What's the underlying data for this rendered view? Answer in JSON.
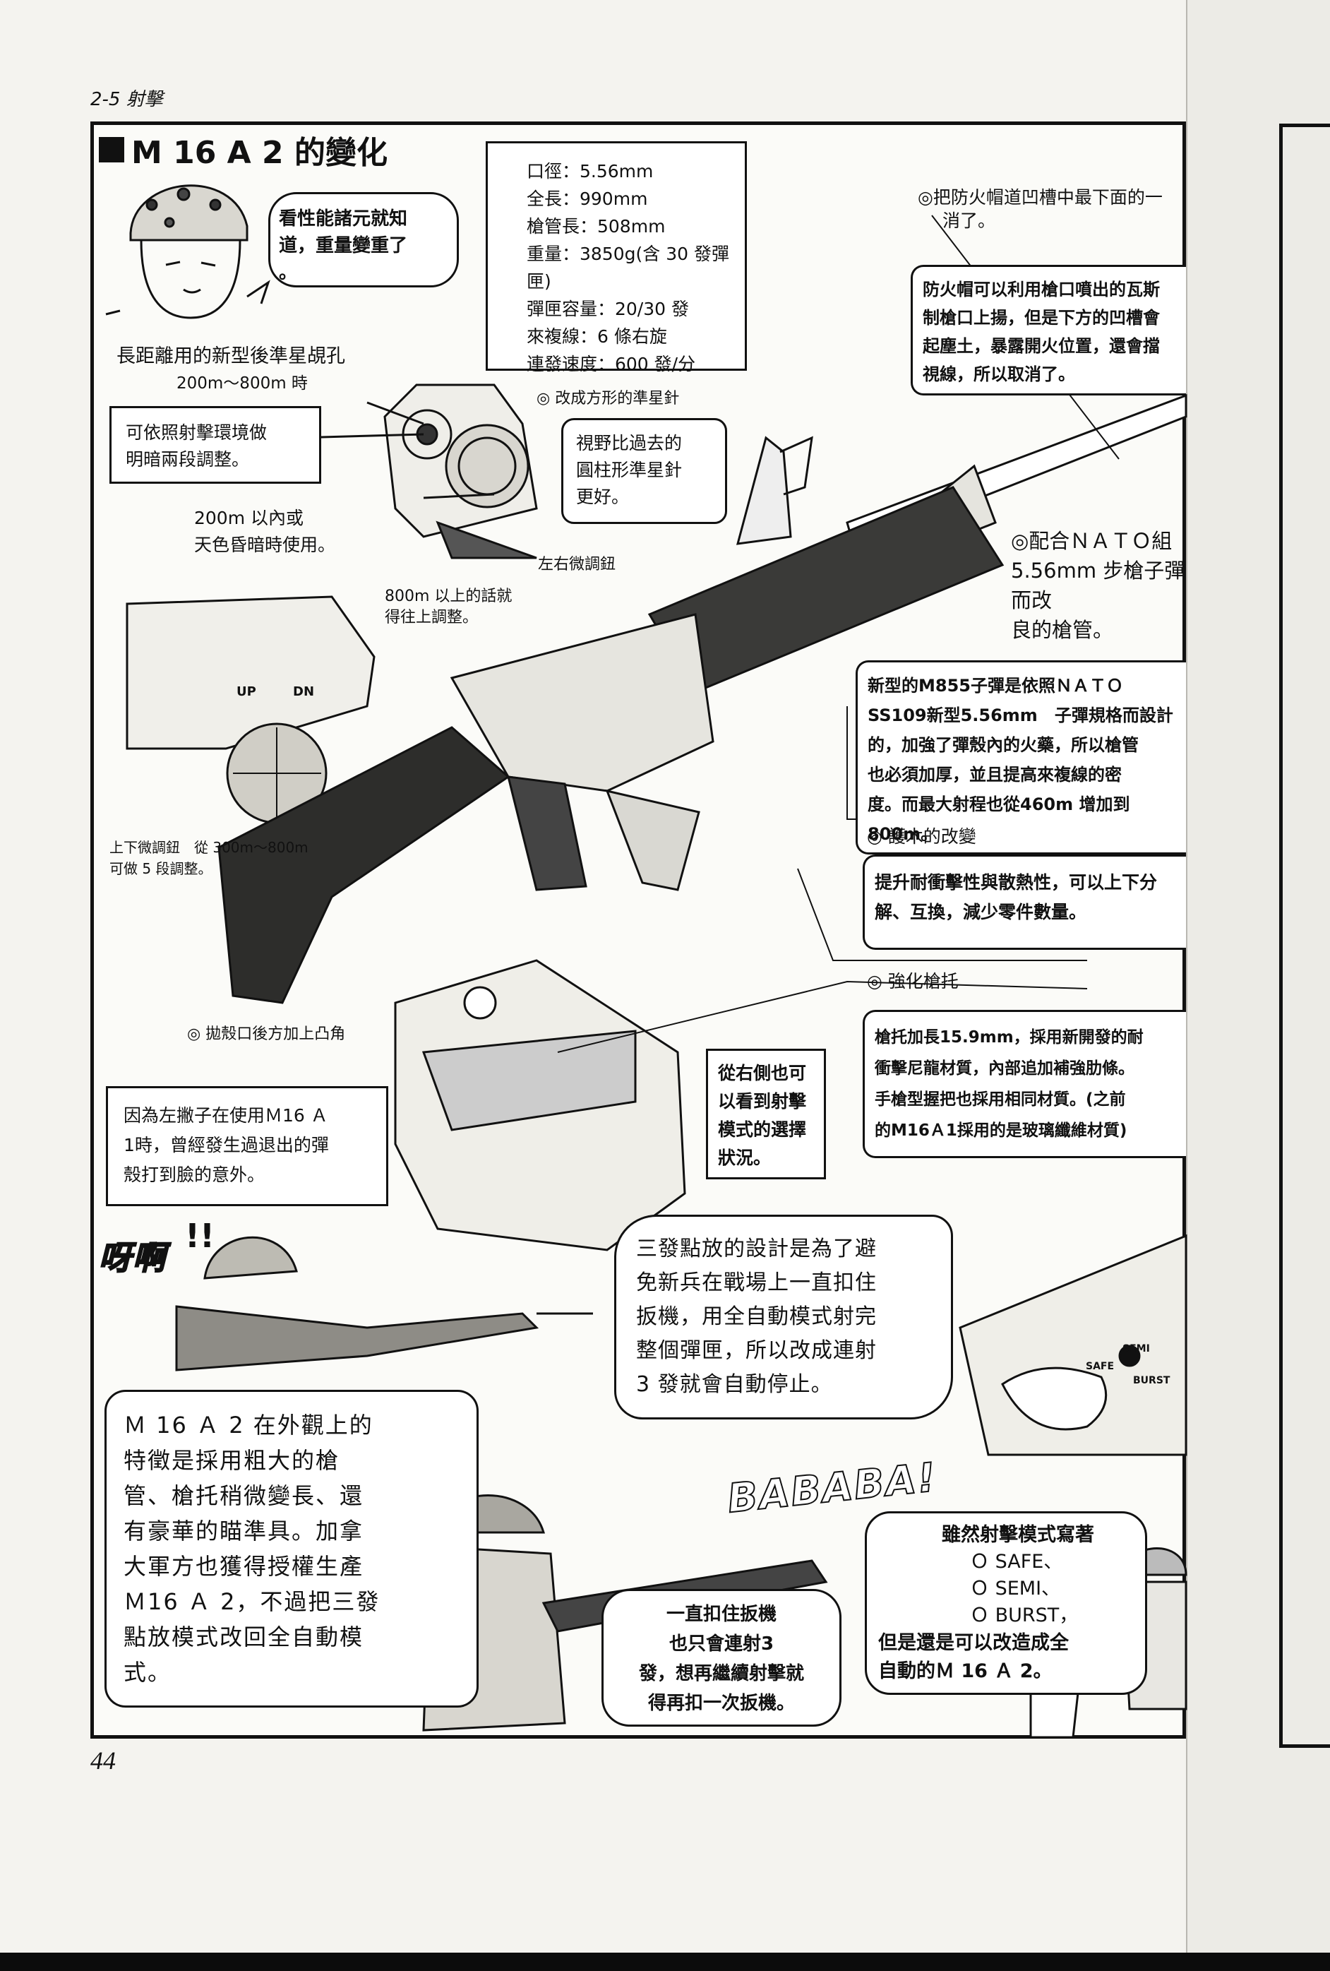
{
  "running_head": "2-5 射擊",
  "page_number": "44",
  "title": "M 16 A 2 的變化",
  "specs": [
    "口徑：5.56mm",
    "全長：990mm",
    "槍管長：508mm",
    "重量：3850g(含 30 發彈匣)",
    "彈匣容量：20/30 發",
    "來複線：6 條右旋",
    "連發速度：600 發/分"
  ],
  "speech_top": "看性能諸元就知\n道，重量變重了\n。",
  "rear_sight": {
    "heading": "長距離用的新型後準星覘孔",
    "range": "200m～800m 時",
    "adjust_box": "可依照射擊環境做\n明暗兩段調整。",
    "short_range": "200m 以內或\n天色昏暗時使用。",
    "over_800": "800m 以上的話就\n得往上調整。",
    "lr_knob": "左右微調鈕",
    "ud_knob": "上下微調鈕　從 300m～800m\n可做 5 段調整。"
  },
  "front_sight": {
    "heading": "◎ 改成方形的準星針",
    "box": "視野比過去的\n圓柱形準星針\n更好。"
  },
  "flash_hider": {
    "heading": "◎把防火帽道凹槽中最下面的一",
    "heading2": "消了。",
    "box": "防火帽可以利用槍口噴出的瓦斯\n制槍口上揚，但是下方的凹槽會\n起塵土，暴露開火位置，還會擋\n視線，所以取消了。"
  },
  "nato_barrel": {
    "text": "◎配合ＮＡＴＯ組\n5.56mm 步槍子彈而改\n良的槍管。"
  },
  "m855_box": "新型的M855子彈是依照ＮＡＴＯ\nSS109新型5.56mm　子彈規格而設計\n的，加強了彈殼內的火藥，所以槍管\n也必須加厚，並且提高來複線的密\n度。而最大射程也從460m 增加到\n800m。",
  "handguard": {
    "heading": "◎ 護木的改變",
    "box": "提升耐衝擊性與散熱性，可以上下分\n解、互換，減少零件數量。"
  },
  "stock": {
    "heading": "◎ 強化槍托",
    "box": "槍托加長15.9mm，採用新開發的耐\n衝擊尼龍材質，內部追加補強肋條。\n手槍型握把也採用相同材質。(之前\n的M16Ａ1採用的是玻璃纖維材質)"
  },
  "deflector": {
    "heading": "◎ 拋殼口後方加上凸角",
    "box": "因為左撇子在使用Ｍ16 Ａ\n1時，曾經發生過退出的彈\n殼打到臉的意外。"
  },
  "right_side_box": "從右側也可\n以看到射擊\n模式的選擇\n狀況。",
  "sfx_ouch": "呀啊",
  "burst_bubble": "三發點放的設計是為了避\n免新兵在戰場上一直扣住\n扳機，用全自動模式射完\n整個彈匣，所以改成連射\n3 發就會自動停止。",
  "summary_bubble": "Ｍ 16 Ａ 2 在外觀上的\n特徵是採用粗大的槍\n管、槍托稍微變長、還\n有豪華的瞄準具。加拿\n大軍方也獲得授權生產\nＭ16 Ａ 2，不過把三發\n點放模式改回全自動模\n式。",
  "sfx_bababa": "BABABA!",
  "trigger_bubble": "一直扣住扳機\n也只會連射3\n發，想再繼續射擊就\n得再扣一次扳機。",
  "modes_bubble": {
    "line1": "雖然射擊模式寫著",
    "modes": [
      "Ｏ SAFE、",
      "Ｏ SEMI、",
      "Ｏ BURST，"
    ],
    "line2": "但是還是可以改造成全\n自動的Ｍ 16 Ａ 2。"
  },
  "receiver_marks": [
    "SAFE",
    "SEMI",
    "BURST"
  ],
  "sight_marks": [
    "UP",
    "DN"
  ]
}
